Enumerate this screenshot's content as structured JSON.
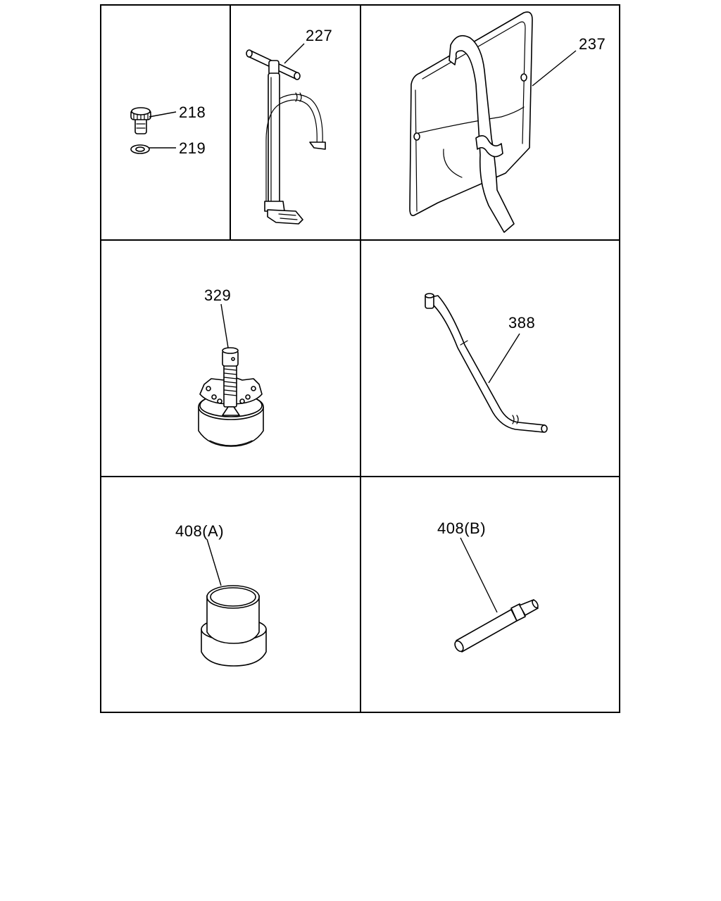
{
  "diagram": {
    "callouts": {
      "c218": "218",
      "c219": "219",
      "c227": "227",
      "c237": "237",
      "c329": "329",
      "c388": "388",
      "c408a": "408(A)",
      "c408b": "408(B)"
    }
  }
}
